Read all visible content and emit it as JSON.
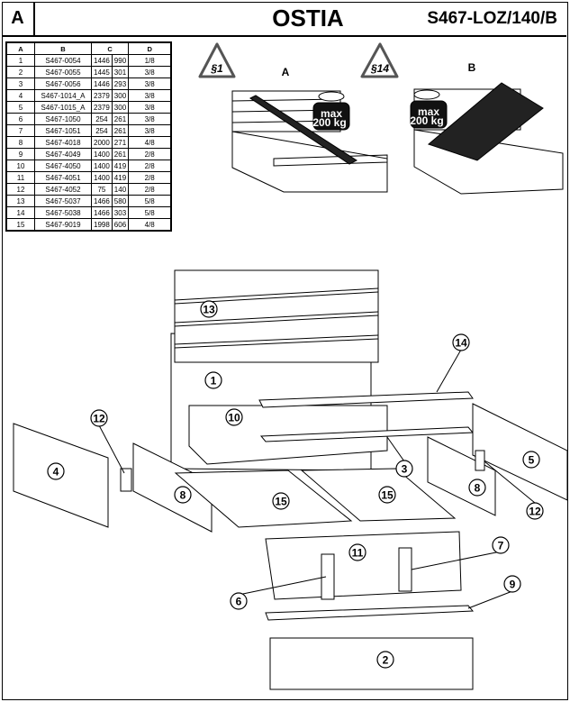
{
  "header": {
    "section_letter": "A",
    "title": "OSTIA",
    "code": "S467-LOZ/140/B"
  },
  "parts_table": {
    "headers": [
      "A",
      "B",
      "C",
      "D"
    ],
    "rows": [
      [
        "1",
        "S467-0054",
        "1446",
        "990",
        "1/8"
      ],
      [
        "2",
        "S467-0055",
        "1445",
        "301",
        "3/8"
      ],
      [
        "3",
        "S467-0056",
        "1446",
        "293",
        "3/8"
      ],
      [
        "4",
        "S467-1014_A",
        "2379",
        "300",
        "3/8"
      ],
      [
        "5",
        "S467-1015_A",
        "2379",
        "300",
        "3/8"
      ],
      [
        "6",
        "S467-1050",
        "254",
        "261",
        "3/8"
      ],
      [
        "7",
        "S467-1051",
        "254",
        "261",
        "3/8"
      ],
      [
        "8",
        "S467-4018",
        "2000",
        "271",
        "4/8"
      ],
      [
        "9",
        "S467-4049",
        "1400",
        "261",
        "2/8"
      ],
      [
        "10",
        "S467-4050",
        "1400",
        "419",
        "2/8"
      ],
      [
        "11",
        "S467-4051",
        "1400",
        "419",
        "2/8"
      ],
      [
        "12",
        "S467-4052",
        "75",
        "140",
        "2/8"
      ],
      [
        "13",
        "S467-5037",
        "1466",
        "580",
        "5/8"
      ],
      [
        "14",
        "S467-5038",
        "1466",
        "303",
        "5/8"
      ],
      [
        "15",
        "S467-9019",
        "1998",
        "606",
        "4/8"
      ]
    ]
  },
  "variants": [
    {
      "warning": "§1",
      "label": "A",
      "weight_top": "max",
      "weight_bottom": "200 kg"
    },
    {
      "warning": "§14",
      "label": "B",
      "weight_top": "max",
      "weight_bottom": "200 kg"
    }
  ],
  "callouts": {
    "p1": "1",
    "p2": "2",
    "p3": "3",
    "p4": "4",
    "p5": "5",
    "p6": "6",
    "p7": "7",
    "p8a": "8",
    "p8b": "8",
    "p9": "9",
    "p10": "10",
    "p11": "11",
    "p12a": "12",
    "p12b": "12",
    "p13": "13",
    "p14": "14",
    "p15a": "15",
    "p15b": "15"
  }
}
